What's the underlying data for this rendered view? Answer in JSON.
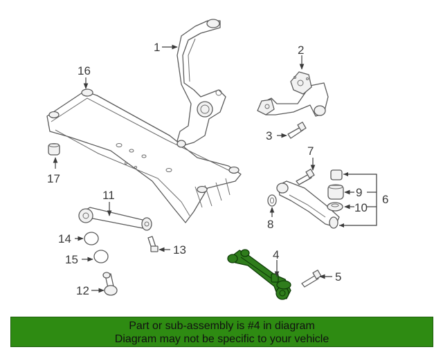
{
  "callouts": [
    "1",
    "2",
    "3",
    "4",
    "5",
    "6",
    "7",
    "8",
    "9",
    "10",
    "11",
    "12",
    "13",
    "14",
    "15",
    "16",
    "17"
  ],
  "highlight_color": "#2e8b12",
  "banner": {
    "line1": "Part or sub-assembly is #4 in diagram",
    "line2": "Diagram may not be specific to your vehicle"
  }
}
